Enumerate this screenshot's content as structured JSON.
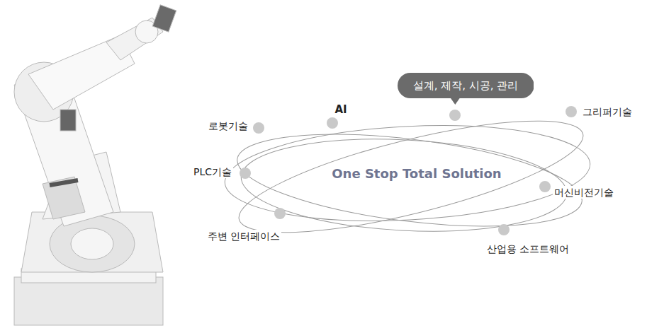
{
  "diagram": {
    "nodes": [
      {
        "text": [
          "설계, 제작, 시공, 관리"
        ]
      }
    ],
    "labels": [
      "로봇기술",
      "AI",
      "그리퍼기술",
      "PLC기술",
      "One Stop Total Solution",
      "머신비전기술",
      "주변 인터페이스",
      "산업용 소프트웨어"
    ]
  }
}
